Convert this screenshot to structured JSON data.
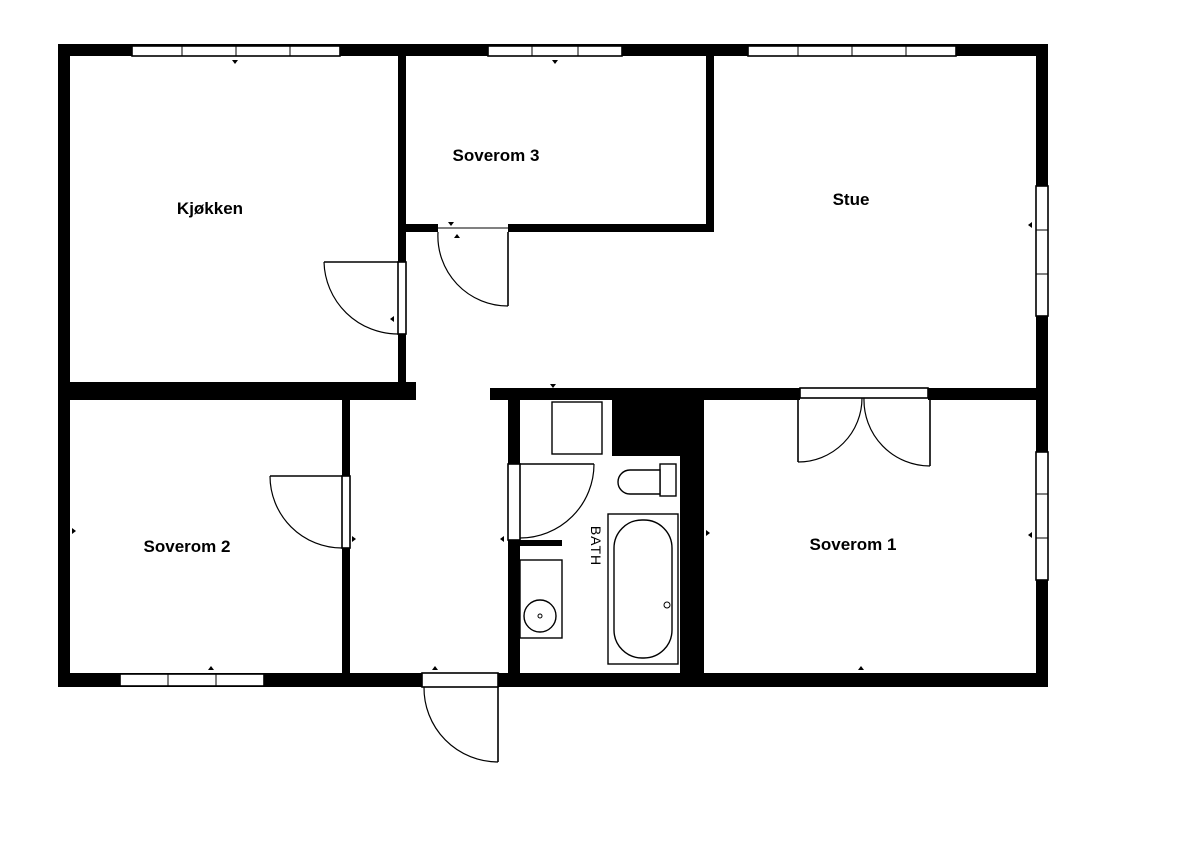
{
  "rooms": {
    "kitchen": "Kjøkken",
    "bedroom3": "Soverom 3",
    "living": "Stue",
    "bedroom2": "Soverom 2",
    "bedroom1": "Soverom 1",
    "bath": "BATH"
  },
  "colors": {
    "wall": "#000000",
    "background": "#ffffff"
  }
}
